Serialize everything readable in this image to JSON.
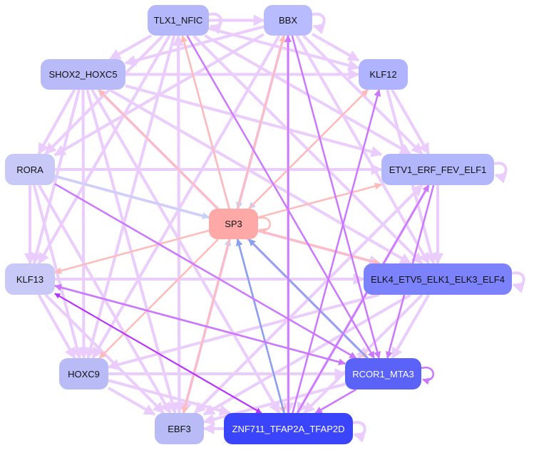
{
  "nodes": [
    {
      "id": "TLX1_NFIC",
      "label": "TLX1_NFIC",
      "color": "#b4b8fb",
      "text": "#111"
    },
    {
      "id": "BBX",
      "label": "BBX",
      "color": "#b8bbfd",
      "text": "#111"
    },
    {
      "id": "SHOX2_HOXC5",
      "label": "SHOX2_HOXC5",
      "color": "#b8bbf8",
      "text": "#111"
    },
    {
      "id": "KLF12",
      "label": "KLF12",
      "color": "#b0b4fe",
      "text": "#111"
    },
    {
      "id": "RORA",
      "label": "RORA",
      "color": "#c8c9f6",
      "text": "#111"
    },
    {
      "id": "ETV1_ERF_FEV_ELF1",
      "label": "ETV1_ERF_FEV_ELF1",
      "color": "#b2b6fb",
      "text": "#111"
    },
    {
      "id": "SP3",
      "label": "SP3",
      "color": "#ffa8a8",
      "text": "#111"
    },
    {
      "id": "KLF13",
      "label": "KLF13",
      "color": "#c8c9f6",
      "text": "#111"
    },
    {
      "id": "ELK4_ETV5_ELK1_ELK3_ELF4",
      "label": "ELK4_ETV5_ELK1_ELK3_ELF4",
      "color": "#7b82fb",
      "text": "#111"
    },
    {
      "id": "HOXC9",
      "label": "HOXC9",
      "color": "#b8bbf6",
      "text": "#111"
    },
    {
      "id": "RCOR1_MTA3",
      "label": "RCOR1_MTA3",
      "color": "#5b62f8",
      "text": "#fff"
    },
    {
      "id": "EBF3",
      "label": "EBF3",
      "color": "#b8bbf6",
      "text": "#111"
    },
    {
      "id": "ZNF711_TFAP2A_TFAP2D",
      "label": "ZNF711_TFAP2A_TFAP2D",
      "color": "#3a45fb",
      "text": "#fff"
    }
  ],
  "edge_colors": {
    "light": "#ebcdfd",
    "mid": "#cc77ff",
    "dark": "#b833ff",
    "pink": "#ffbaba",
    "blue": "#c6d2f8",
    "steel": "#8aa0f0"
  },
  "edges": [
    [
      "TLX1_NFIC",
      "TLX1_NFIC",
      "light"
    ],
    [
      "BBX",
      "BBX",
      "light"
    ],
    [
      "ETV1_ERF_FEV_ELF1",
      "ETV1_ERF_FEV_ELF1",
      "light"
    ],
    [
      "ELK4_ETV5_ELK1_ELK3_ELF4",
      "ELK4_ETV5_ELK1_ELK3_ELF4",
      "light"
    ],
    [
      "RCOR1_MTA3",
      "RCOR1_MTA3",
      "mid"
    ],
    [
      "ZNF711_TFAP2A_TFAP2D",
      "ZNF711_TFAP2A_TFAP2D",
      "light"
    ],
    [
      "SP3",
      "SP3",
      "pink"
    ],
    [
      "TLX1_NFIC",
      "BBX",
      "light"
    ],
    [
      "TLX1_NFIC",
      "KLF12",
      "light"
    ],
    [
      "TLX1_NFIC",
      "SHOX2_HOXC5",
      "light"
    ],
    [
      "TLX1_NFIC",
      "RORA",
      "light"
    ],
    [
      "TLX1_NFIC",
      "ETV1_ERF_FEV_ELF1",
      "light"
    ],
    [
      "TLX1_NFIC",
      "ELK4_ETV5_ELK1_ELK3_ELF4",
      "light"
    ],
    [
      "TLX1_NFIC",
      "HOXC9",
      "light"
    ],
    [
      "TLX1_NFIC",
      "EBF3",
      "light"
    ],
    [
      "TLX1_NFIC",
      "KLF13",
      "light"
    ],
    [
      "TLX1_NFIC",
      "RCOR1_MTA3",
      "mid"
    ],
    [
      "TLX1_NFIC",
      "ZNF711_TFAP2A_TFAP2D",
      "blue"
    ],
    [
      "BBX",
      "KLF12",
      "light"
    ],
    [
      "BBX",
      "SHOX2_HOXC5",
      "light"
    ],
    [
      "BBX",
      "RORA",
      "light"
    ],
    [
      "BBX",
      "ETV1_ERF_FEV_ELF1",
      "light"
    ],
    [
      "BBX",
      "ELK4_ETV5_ELK1_ELK3_ELF4",
      "light"
    ],
    [
      "BBX",
      "RCOR1_MTA3",
      "mid"
    ],
    [
      "BBX",
      "ZNF711_TFAP2A_TFAP2D",
      "light"
    ],
    [
      "BBX",
      "EBF3",
      "light"
    ],
    [
      "BBX",
      "HOXC9",
      "light"
    ],
    [
      "BBX",
      "SP3",
      "blue"
    ],
    [
      "SHOX2_HOXC5",
      "KLF12",
      "light"
    ],
    [
      "SHOX2_HOXC5",
      "ETV1_ERF_FEV_ELF1",
      "light"
    ],
    [
      "SHOX2_HOXC5",
      "ELK4_ETV5_ELK1_ELK3_ELF4",
      "light"
    ],
    [
      "SHOX2_HOXC5",
      "HOXC9",
      "light"
    ],
    [
      "SHOX2_HOXC5",
      "EBF3",
      "light"
    ],
    [
      "SHOX2_HOXC5",
      "RCOR1_MTA3",
      "light"
    ],
    [
      "SHOX2_HOXC5",
      "ZNF711_TFAP2A_TFAP2D",
      "light"
    ],
    [
      "SHOX2_HOXC5",
      "KLF13",
      "light"
    ],
    [
      "SHOX2_HOXC5",
      "RORA",
      "light"
    ],
    [
      "KLF12",
      "ETV1_ERF_FEV_ELF1",
      "light"
    ],
    [
      "KLF12",
      "ELK4_ETV5_ELK1_ELK3_ELF4",
      "light"
    ],
    [
      "KLF12",
      "SP3",
      "blue"
    ],
    [
      "RORA",
      "ETV1_ERF_FEV_ELF1",
      "light"
    ],
    [
      "RORA",
      "ELK4_ETV5_ELK1_ELK3_ELF4",
      "light"
    ],
    [
      "RORA",
      "SP3",
      "blue"
    ],
    [
      "RORA",
      "HOXC9",
      "light"
    ],
    [
      "RORA",
      "EBF3",
      "light"
    ],
    [
      "RORA",
      "RCOR1_MTA3",
      "mid"
    ],
    [
      "RORA",
      "KLF13",
      "light"
    ],
    [
      "ETV1_ERF_FEV_ELF1",
      "ELK4_ETV5_ELK1_ELK3_ELF4",
      "light"
    ],
    [
      "ETV1_ERF_FEV_ELF1",
      "RCOR1_MTA3",
      "mid"
    ],
    [
      "ETV1_ERF_FEV_ELF1",
      "ZNF711_TFAP2A_TFAP2D",
      "light"
    ],
    [
      "ETV1_ERF_FEV_ELF1",
      "EBF3",
      "light"
    ],
    [
      "SP3",
      "TLX1_NFIC",
      "pink"
    ],
    [
      "SP3",
      "BBX",
      "pink"
    ],
    [
      "SP3",
      "KLF12",
      "pink"
    ],
    [
      "SP3",
      "SHOX2_HOXC5",
      "pink"
    ],
    [
      "SP3",
      "ETV1_ERF_FEV_ELF1",
      "pink"
    ],
    [
      "SP3",
      "ELK4_ETV5_ELK1_ELK3_ELF4",
      "pink"
    ],
    [
      "SP3",
      "KLF13",
      "pink"
    ],
    [
      "SP3",
      "HOXC9",
      "pink"
    ],
    [
      "SP3",
      "RCOR1_MTA3",
      "pink"
    ],
    [
      "SP3",
      "EBF3",
      "pink"
    ],
    [
      "SP3",
      "ZNF711_TFAP2A_TFAP2D",
      "pink"
    ],
    [
      "ZNF711_TFAP2A_TFAP2D",
      "SP3",
      "steel"
    ],
    [
      "RCOR1_MTA3",
      "SP3",
      "steel"
    ],
    [
      "EBF3",
      "SP3",
      "blue"
    ],
    [
      "KLF13",
      "ELK4_ETV5_ELK1_ELK3_ELF4",
      "light"
    ],
    [
      "KLF13",
      "RCOR1_MTA3",
      "mid"
    ],
    [
      "KLF13",
      "ZNF711_TFAP2A_TFAP2D",
      "dark"
    ],
    [
      "KLF13",
      "EBF3",
      "light"
    ],
    [
      "KLF13",
      "HOXC9",
      "light"
    ],
    [
      "ELK4_ETV5_ELK1_ELK3_ELF4",
      "RCOR1_MTA3",
      "light"
    ],
    [
      "ELK4_ETV5_ELK1_ELK3_ELF4",
      "ZNF711_TFAP2A_TFAP2D",
      "light"
    ],
    [
      "ELK4_ETV5_ELK1_ELK3_ELF4",
      "EBF3",
      "light"
    ],
    [
      "ELK4_ETV5_ELK1_ELK3_ELF4",
      "HOXC9",
      "light"
    ],
    [
      "HOXC9",
      "RCOR1_MTA3",
      "light"
    ],
    [
      "HOXC9",
      "ZNF711_TFAP2A_TFAP2D",
      "light"
    ],
    [
      "HOXC9",
      "EBF3",
      "light"
    ],
    [
      "RCOR1_MTA3",
      "ZNF711_TFAP2A_TFAP2D",
      "mid"
    ],
    [
      "RCOR1_MTA3",
      "EBF3",
      "light"
    ],
    [
      "RCOR1_MTA3",
      "KLF13",
      "mid"
    ],
    [
      "ZNF711_TFAP2A_TFAP2D",
      "EBF3",
      "light"
    ],
    [
      "ZNF711_TFAP2A_TFAP2D",
      "BBX",
      "mid"
    ],
    [
      "ZNF711_TFAP2A_TFAP2D",
      "KLF13",
      "dark"
    ],
    [
      "ZNF711_TFAP2A_TFAP2D",
      "ETV1_ERF_FEV_ELF1",
      "mid"
    ],
    [
      "ZNF711_TFAP2A_TFAP2D",
      "KLF12",
      "mid"
    ],
    [
      "EBF3",
      "ETV1_ERF_FEV_ELF1",
      "light"
    ],
    [
      "EBF3",
      "TLX1_NFIC",
      "light"
    ]
  ]
}
